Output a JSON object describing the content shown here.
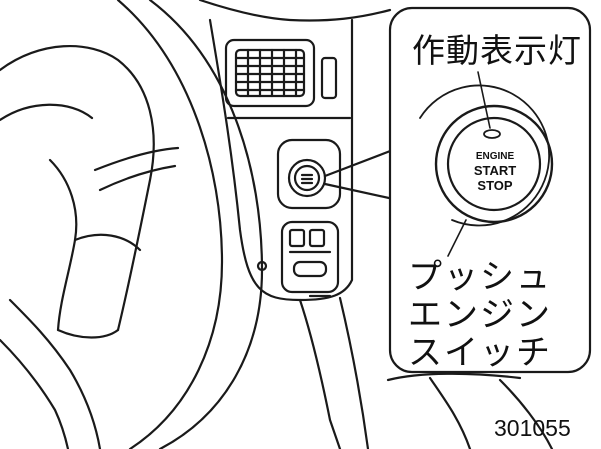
{
  "callout": {
    "indicator_label": "作動表示灯",
    "switch_label_line1": "プッシュ",
    "switch_label_line2": "エンジン",
    "switch_label_line3": "スイッチ"
  },
  "button": {
    "engine": "ENGINE",
    "start": "START",
    "stop": "STOP"
  },
  "figure_number": "301055"
}
